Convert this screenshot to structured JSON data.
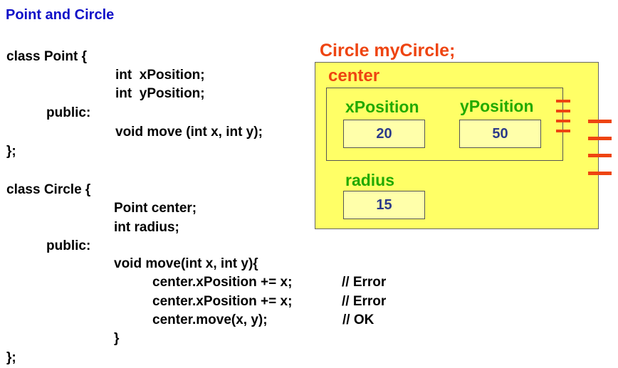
{
  "title": "Point and Circle",
  "code": {
    "lines": [
      "class Point {",
      "int  xPosition;",
      "int  yPosition;",
      "public:",
      "void move (int x, int y);",
      "};",
      "class Circle {",
      "Point center;",
      "int radius;",
      "public:",
      "void move(int x, int y){",
      "center.xPosition += x;",
      "// Error",
      "center.xPosition += x;",
      "// Error",
      "center.move(x, y);",
      "// OK",
      "}",
      "};"
    ]
  },
  "diagram": {
    "title": "Circle myCircle;",
    "center_label": "center",
    "fields": [
      {
        "label": "xPosition",
        "value": "20"
      },
      {
        "label": "yPosition",
        "value": "50"
      },
      {
        "label": "radius",
        "value": "15"
      }
    ],
    "colors": {
      "title": "#ee4411",
      "field_label": "#22aa00",
      "box_fill": "#ffff66",
      "tick": "#ee4411"
    }
  }
}
